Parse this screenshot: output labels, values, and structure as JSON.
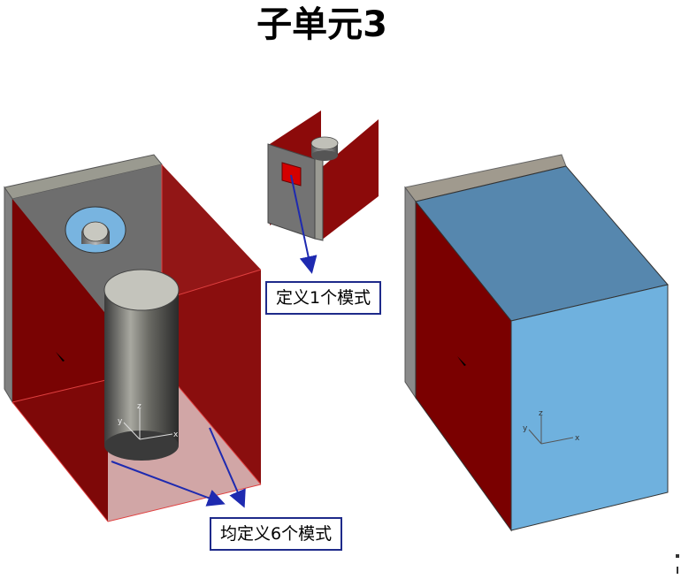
{
  "title": "子单元3",
  "callouts": {
    "top": "定义1个模式",
    "bottom": "均定义6个模式"
  },
  "axes": {
    "x": "x",
    "y": "y",
    "z": "z"
  },
  "colors": {
    "dark_red": "#7a0000",
    "red_face": "#8c0a0a",
    "grey": "#6f6f6f",
    "light_blue": "#6fb1de",
    "steel_blue": "#5687ae",
    "arrow": "#1e2ab0"
  }
}
